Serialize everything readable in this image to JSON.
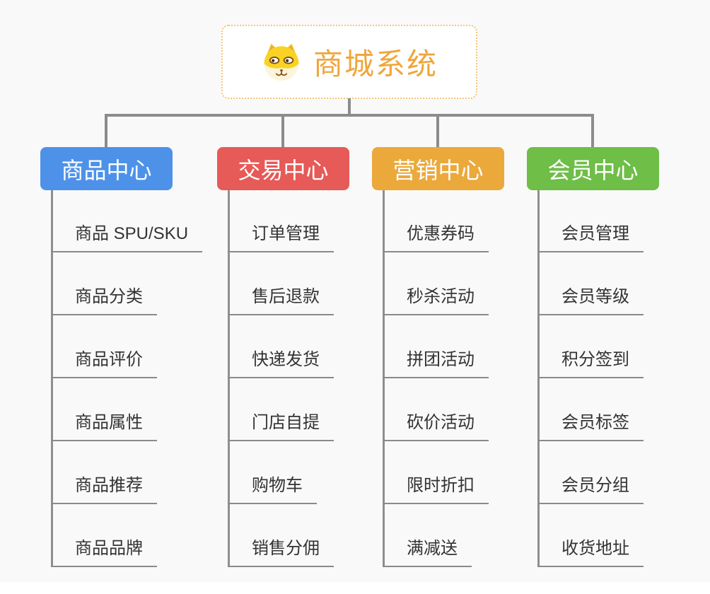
{
  "canvas": {
    "background_color": "#f9f9f9",
    "connector_color": "#8c8c8c"
  },
  "root": {
    "title": "商城系统",
    "icon": "shiba-dog-icon",
    "title_color": "#f0a63c",
    "border_color": "#f4c577"
  },
  "branches": [
    {
      "label": "商品中心",
      "color": "#4d92e8",
      "children": [
        "商品 SPU/SKU",
        "商品分类",
        "商品评价",
        "商品属性",
        "商品推荐",
        "商品品牌"
      ]
    },
    {
      "label": "交易中心",
      "color": "#e65a58",
      "children": [
        "订单管理",
        "售后退款",
        "快递发货",
        "门店自提",
        "购物车",
        "销售分佣"
      ]
    },
    {
      "label": "营销中心",
      "color": "#eba93c",
      "children": [
        "优惠券码",
        "秒杀活动",
        "拼团活动",
        "砍价活动",
        "限时折扣",
        "满减送"
      ]
    },
    {
      "label": "会员中心",
      "color": "#6ebe47",
      "children": [
        "会员管理",
        "会员等级",
        "积分签到",
        "会员标签",
        "会员分组",
        "收货地址"
      ]
    }
  ]
}
